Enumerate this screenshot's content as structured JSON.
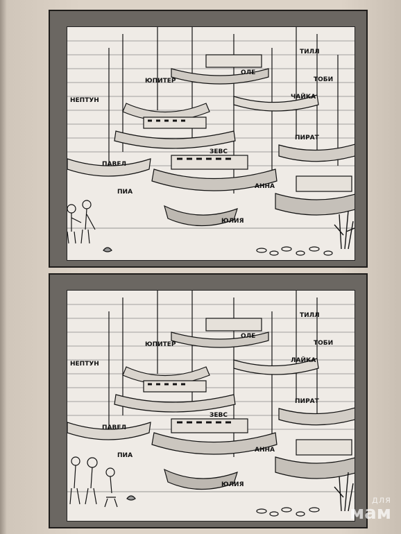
{
  "boat_names": {
    "jupiter": "ЮПИТЕР",
    "neptun": "НЕПТУН",
    "chaika": "ЧАЙКА",
    "laika": "ЛАЙКА",
    "till": "ТИЛЛ",
    "tobi": "ТОБИ",
    "ole": "ОЛЕ",
    "pirat": "ПИРАТ",
    "zevs": "ЗЕВС",
    "pavel": "ПАВЕЛ",
    "pia": "ПИА",
    "anna": "АННА",
    "yulia": "ЮЛИЯ"
  },
  "watermark": {
    "line1": "для",
    "line2": "мам"
  }
}
